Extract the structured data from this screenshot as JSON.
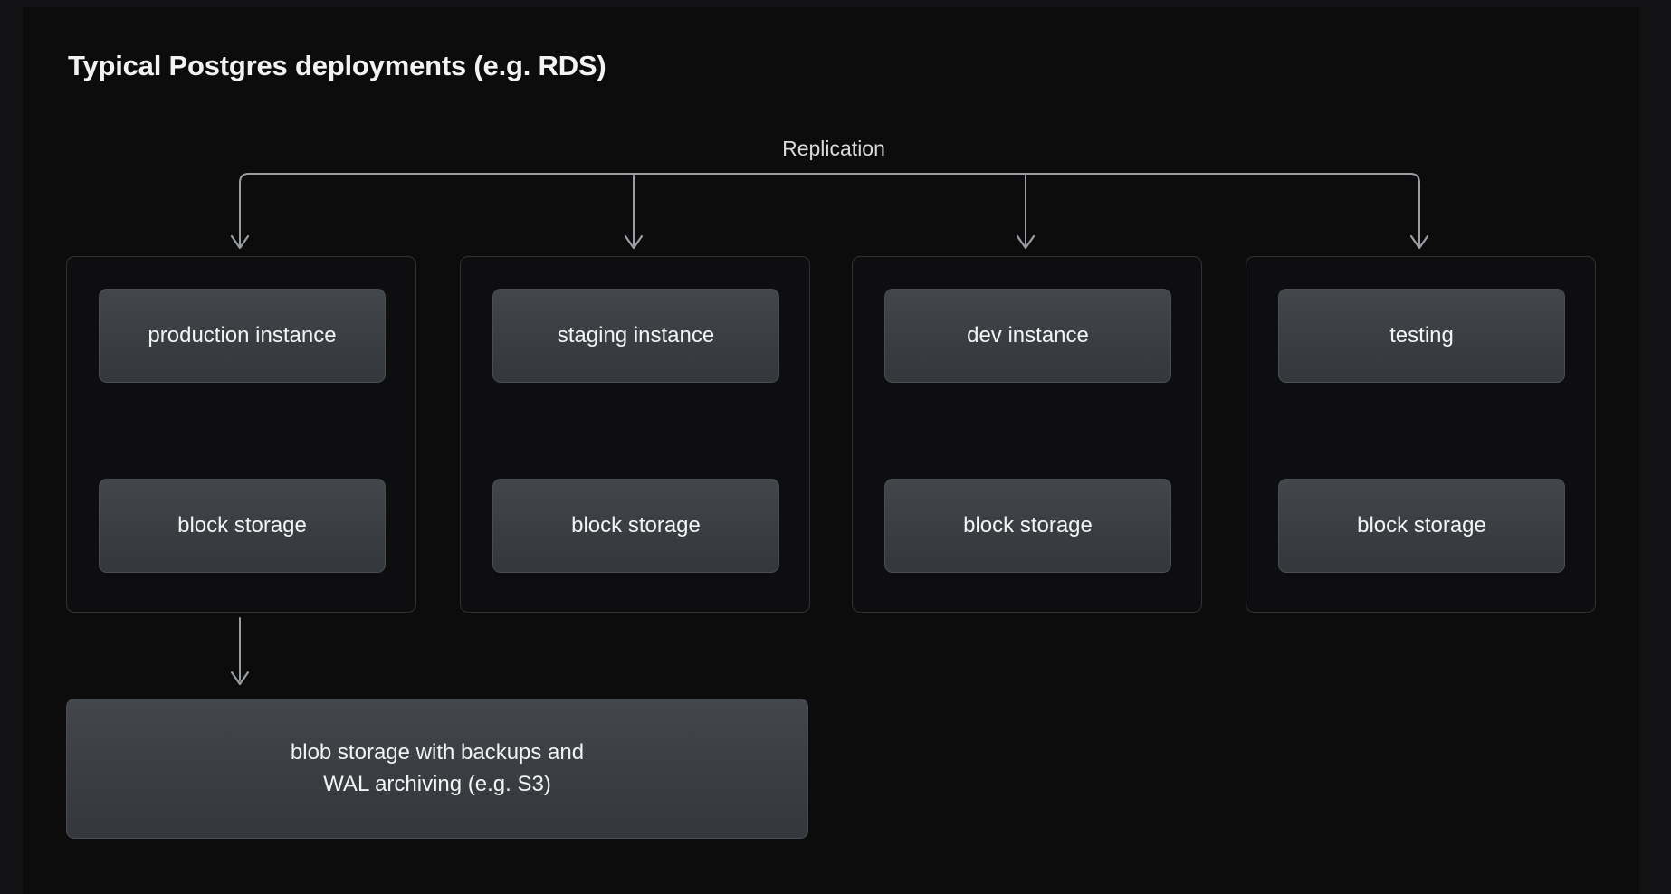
{
  "page": {
    "title": "Typical Postgres deployments (e.g. RDS)",
    "background_color": "#121214",
    "panel_color": "#0c0c0d"
  },
  "diagram": {
    "replication_label": "Replication",
    "wire_color": "#9a9da3",
    "card_border_color": "#2f3135",
    "node_fill_top": "#43464b",
    "node_fill_bottom": "#34373b",
    "node_border_color": "#4a4d53",
    "text_color": "#f3f3f4",
    "columns": [
      {
        "id": "production",
        "instance_label": "production instance",
        "storage_label": "block storage"
      },
      {
        "id": "staging",
        "instance_label": "staging instance",
        "storage_label": "block storage"
      },
      {
        "id": "dev",
        "instance_label": "dev instance",
        "storage_label": "block storage"
      },
      {
        "id": "testing",
        "instance_label": "testing",
        "storage_label": "block storage"
      }
    ],
    "blob_storage_label": "blob storage with backups and\nWAL archiving (e.g. S3)"
  }
}
